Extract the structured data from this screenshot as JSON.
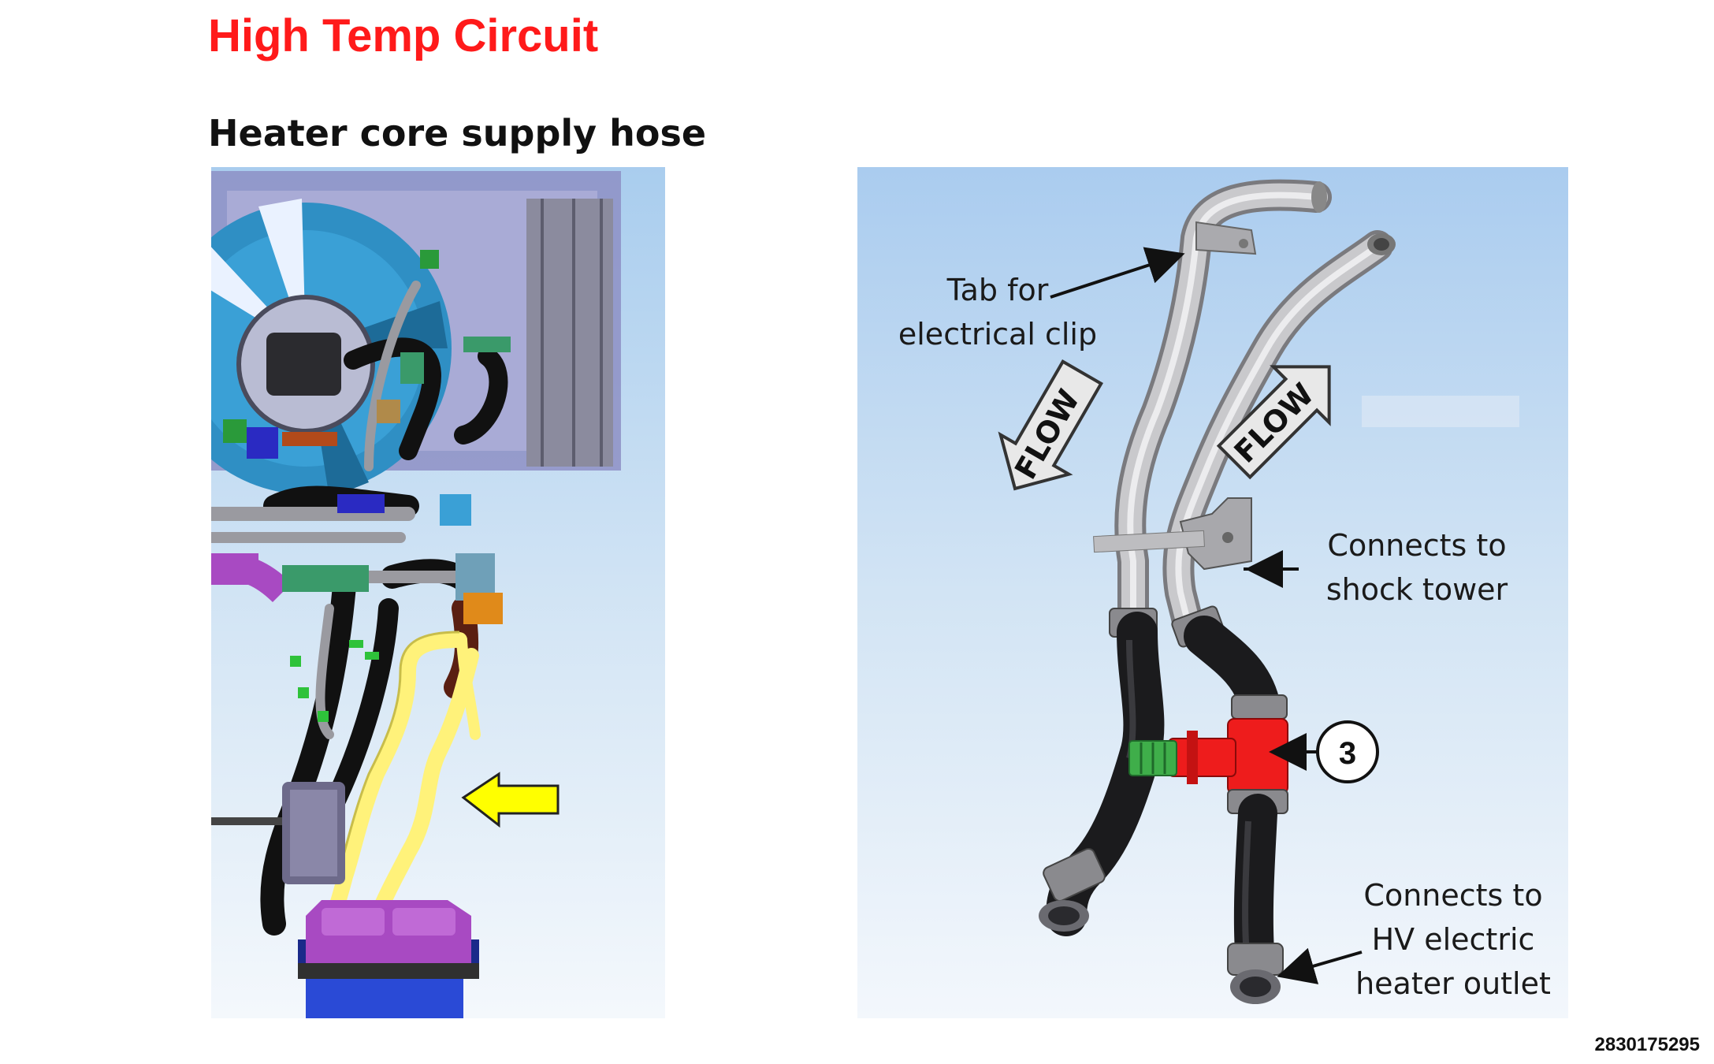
{
  "page": {
    "title": "High Temp Circuit",
    "subtitle": "Heater core supply hose",
    "document_id": "2830175295"
  },
  "left_panel": {
    "highlight_color": "#fff27a",
    "pointer_color": "#ffff00"
  },
  "right_panel": {
    "callouts": {
      "tab_line1": "Tab for",
      "tab_line2": "electrical clip",
      "shock_line1": "Connects to",
      "shock_line2": "shock tower",
      "reference_number": "3",
      "heater_line1": "Connects to",
      "heater_line2": "HV electric",
      "heater_line3": "heater outlet"
    },
    "flow_arrows": {
      "left": "FLOW",
      "right": "FLOW"
    },
    "colors": {
      "valve": "#ee1c1c",
      "connector": "#3fae4a"
    }
  }
}
